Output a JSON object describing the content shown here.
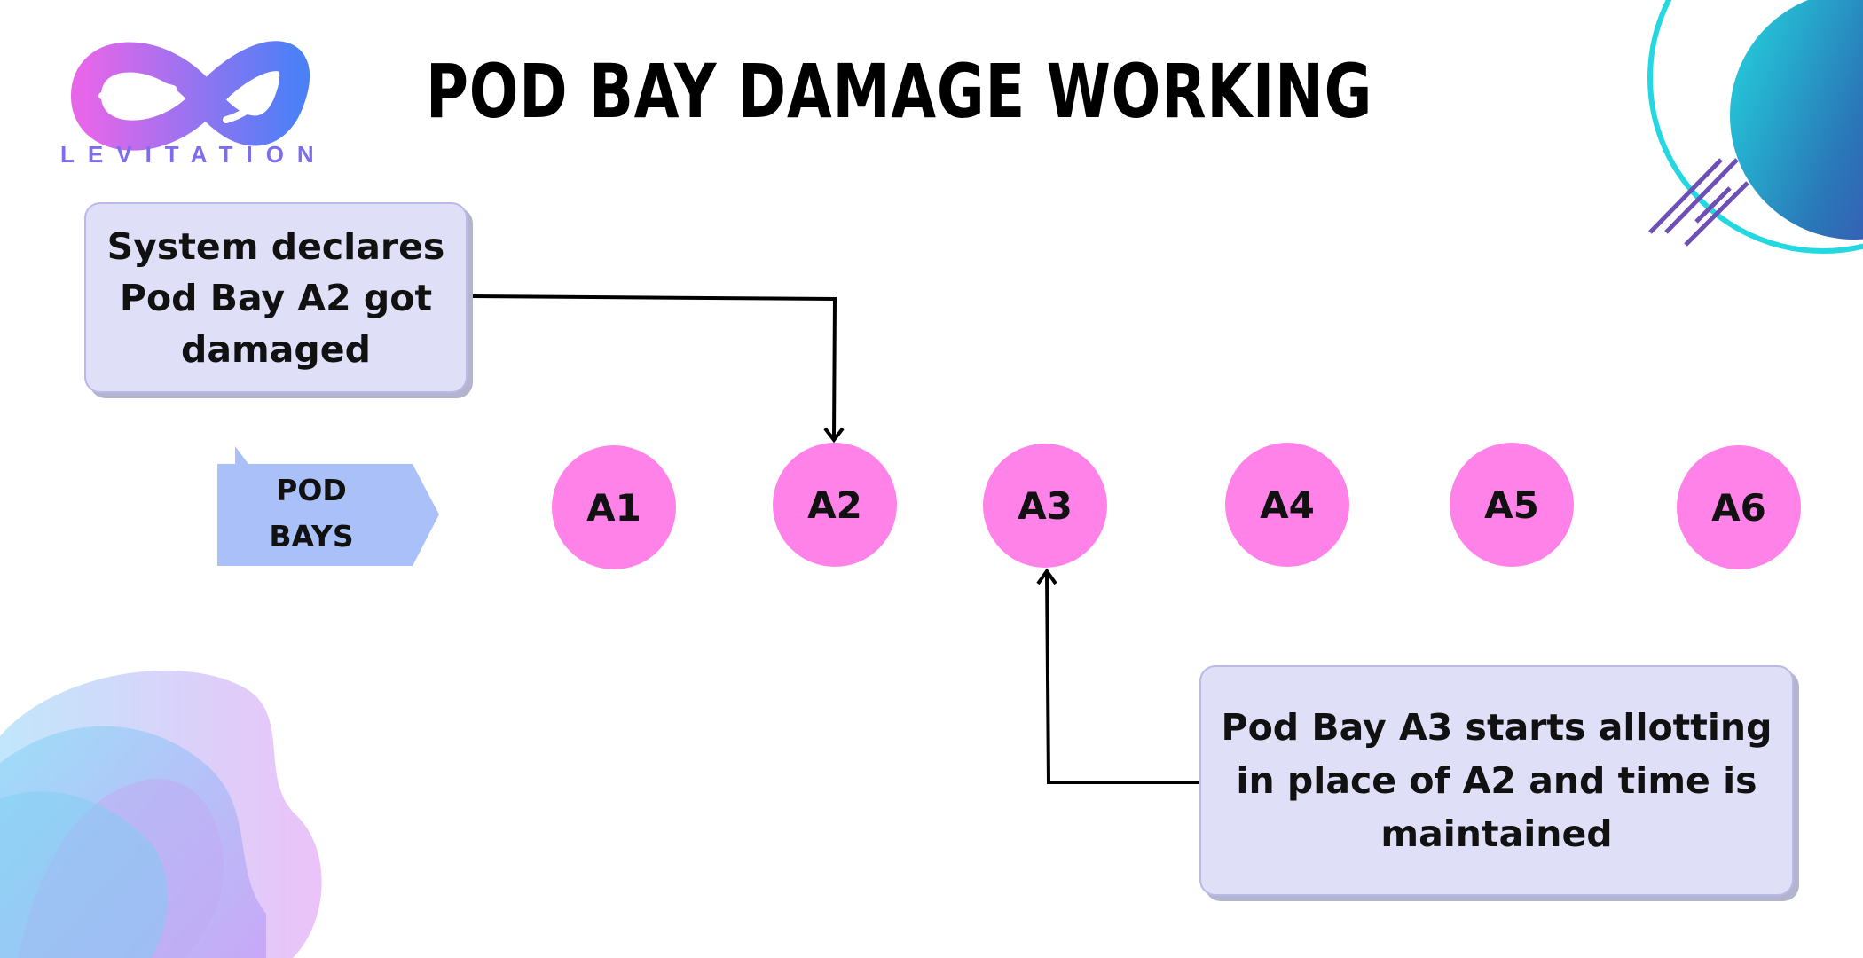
{
  "title": "POD BAY DAMAGE WORKING",
  "brand": {
    "name": "LEVITATION"
  },
  "callouts": {
    "damaged": [
      "System declares",
      "Pod Bay A2  got",
      "damaged"
    ],
    "allotting": [
      "Pod Bay A3 starts allotting",
      "in place of A2 and time is",
      "maintained"
    ]
  },
  "pod_bays": {
    "label_lines": [
      "POD",
      "BAYS"
    ],
    "items": [
      {
        "id": "A1"
      },
      {
        "id": "A2"
      },
      {
        "id": "A3"
      },
      {
        "id": "A4"
      },
      {
        "id": "A5"
      },
      {
        "id": "A6"
      }
    ]
  },
  "colors": {
    "pod_fill": "#ff82e9",
    "callout_fill": "#dfdff7",
    "arrow_shape_fill": "#a9c1f8",
    "brand_gradient": [
      "#e462e8",
      "#4f7cf7"
    ]
  }
}
